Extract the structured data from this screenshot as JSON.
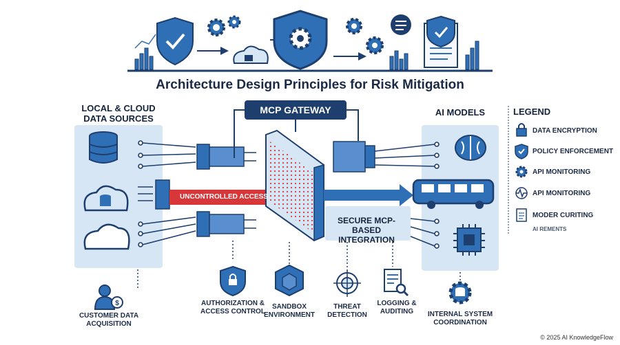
{
  "title": "Architecture Design Principles for Risk Mitigation",
  "left_panel": {
    "heading": "LOCAL & CLOUD DATA SOURCES"
  },
  "gateway": {
    "label": "MCP GATEWAY"
  },
  "right_panel": {
    "heading": "AI MODELS"
  },
  "uncontrolled_label": "UNCONTROLLED ACCESS",
  "secure_label": "SECURE MCP-BASED INTEGRATION",
  "bottom_items": [
    {
      "label": "CUSTOMER DATA ACQUISITION",
      "icon": "customer-data-icon"
    },
    {
      "label": "AUTHORIZATION & ACCESS CONTROL",
      "icon": "shield-lock-icon"
    },
    {
      "label": "SANDBOX ENVIRONMENT",
      "icon": "sandbox-cube-icon"
    },
    {
      "label": "THREAT DETECTION",
      "icon": "threat-target-icon"
    },
    {
      "label": "LOGGING & AUDITING",
      "icon": "log-search-icon"
    },
    {
      "label": "INTERNAL SYSTEM COORDINATION",
      "icon": "gear-database-icon"
    }
  ],
  "legend": {
    "heading": "LEGEND",
    "items": [
      {
        "label": "DATA ENCRYPTION",
        "icon": "lock-icon"
      },
      {
        "label": "POLICY ENFORCEMENT",
        "icon": "shield-check-icon"
      },
      {
        "label": "API MONITORING",
        "icon": "gear-icon"
      },
      {
        "label": "API MONITORING",
        "icon": "pulse-icon"
      },
      {
        "label": "MODER CURITING",
        "icon": "document-icon"
      }
    ],
    "footnote": "AI REMENTS"
  },
  "footer": "© 2025 AI KnowledgeFlow",
  "colors": {
    "navy": "#1e3f6e",
    "blue": "#2f6fb5",
    "light": "#d7e6f5",
    "red": "#d8373a"
  }
}
